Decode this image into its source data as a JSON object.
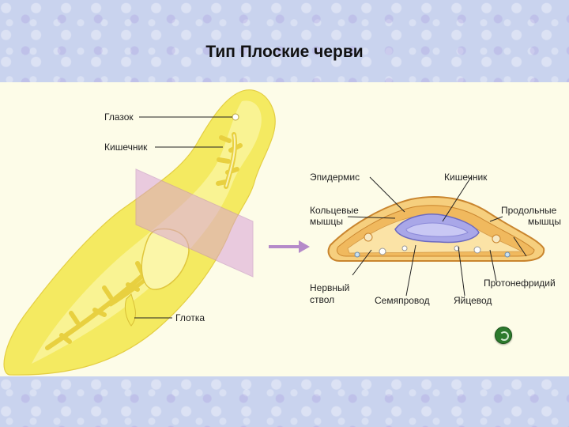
{
  "slide": {
    "title": "Тип Плоские черви"
  },
  "labels": {
    "eyespot": "Глазок",
    "intestine": "Кишечник",
    "pharynx": "Глотка",
    "epidermis": "Эпидермис",
    "intestine_section": "Кишечник",
    "circular_muscles_1": "Кольцевые",
    "circular_muscles_2": "мышцы",
    "longitudinal_muscles_1": "Продольные",
    "longitudinal_muscles_2": "мышцы",
    "nerve_trunk_1": "Нервный",
    "nerve_trunk_2": "ствол",
    "sperm_duct": "Семяпровод",
    "oviduct": "Яйцевод",
    "protonephridium": "Протонефридий"
  },
  "colors": {
    "worm_body": "#f4ea5a",
    "plane": "#d9a3d6",
    "arrow": "#b58ac9",
    "intestine_section": "#a9a7e8",
    "section_outline": "#c9852e"
  },
  "icons": {
    "nav_button": "play-circle-icon"
  }
}
